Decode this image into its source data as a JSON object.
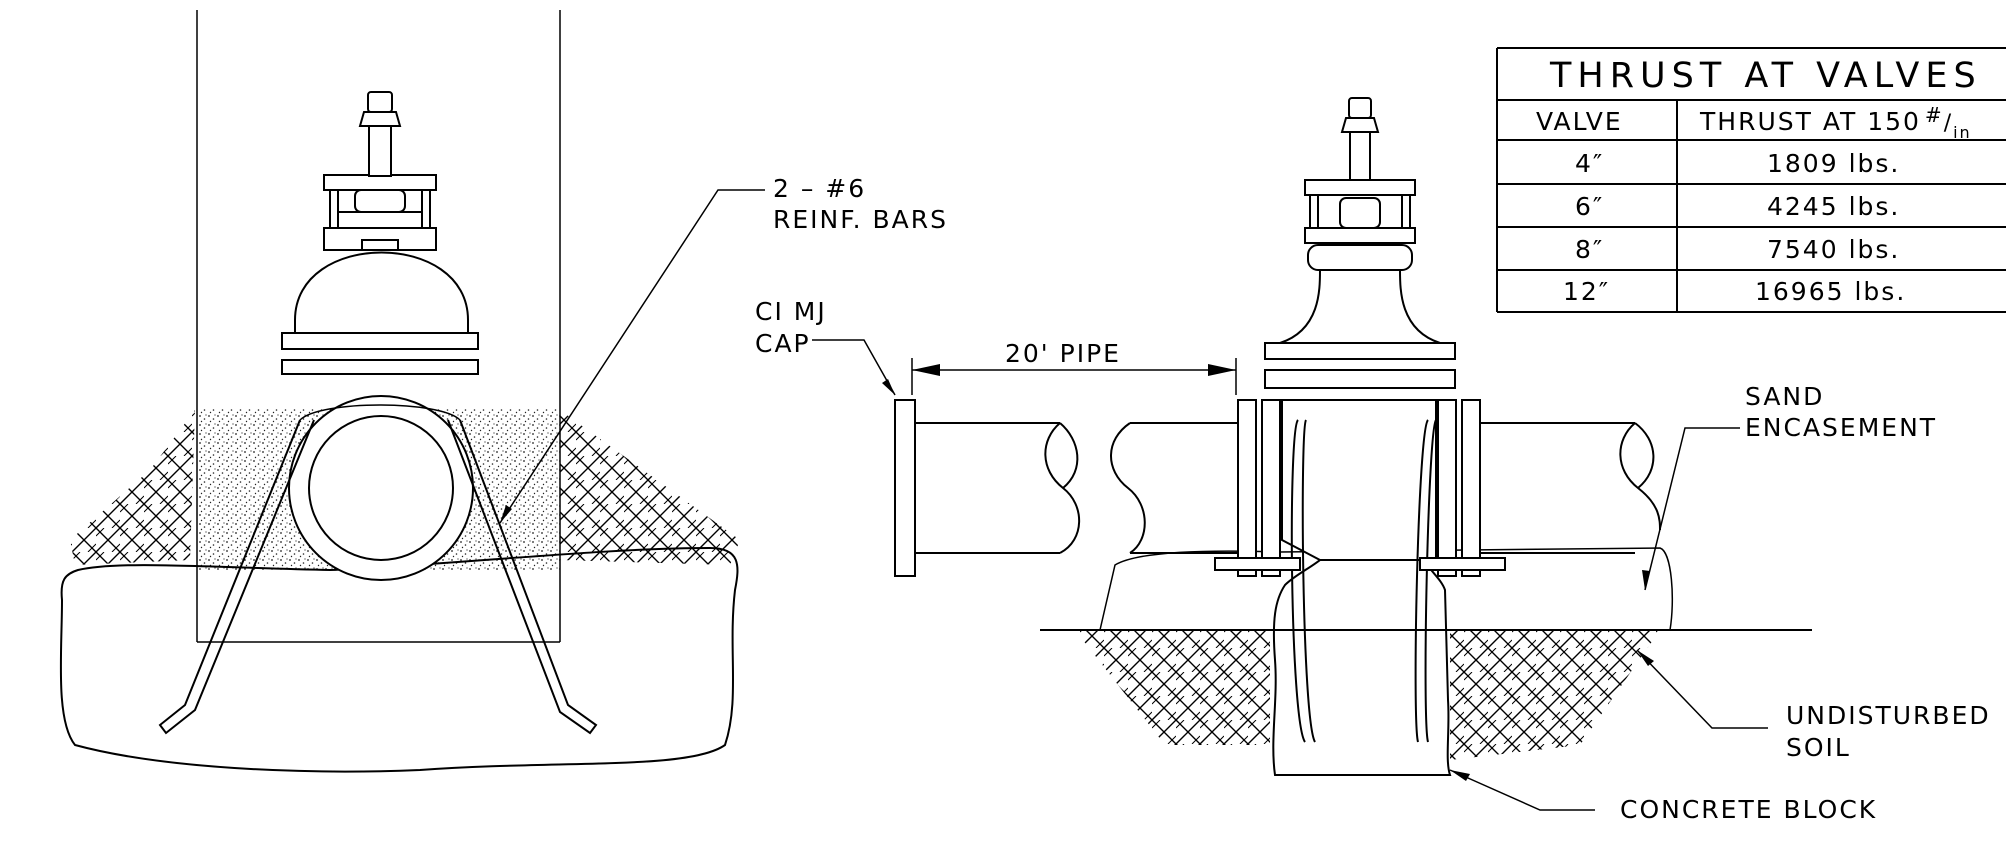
{
  "labels": {
    "reinf_bars_line1": "2 – #6",
    "reinf_bars_line2": "REINF. BARS",
    "cap_line1": "CI MJ",
    "cap_line2": "CAP",
    "pipe": "20' PIPE",
    "sand_line1": "SAND",
    "sand_line2": "ENCASEMENT",
    "soil_line1": "UNDISTURBED",
    "soil_line2": "SOIL",
    "concrete": "CONCRETE BLOCK"
  },
  "table": {
    "title": "THRUST AT VALVES",
    "headers": {
      "valve": "VALVE",
      "thrust": "THRUST AT 150",
      "unit_num": "#",
      "unit_den": "in"
    },
    "rows": [
      {
        "valve": "4″",
        "thrust": "1809 lbs."
      },
      {
        "valve": "6″",
        "thrust": "4245 lbs."
      },
      {
        "valve": "8″",
        "thrust": "7540 lbs."
      },
      {
        "valve": "12″",
        "thrust": "16965 lbs."
      }
    ]
  }
}
